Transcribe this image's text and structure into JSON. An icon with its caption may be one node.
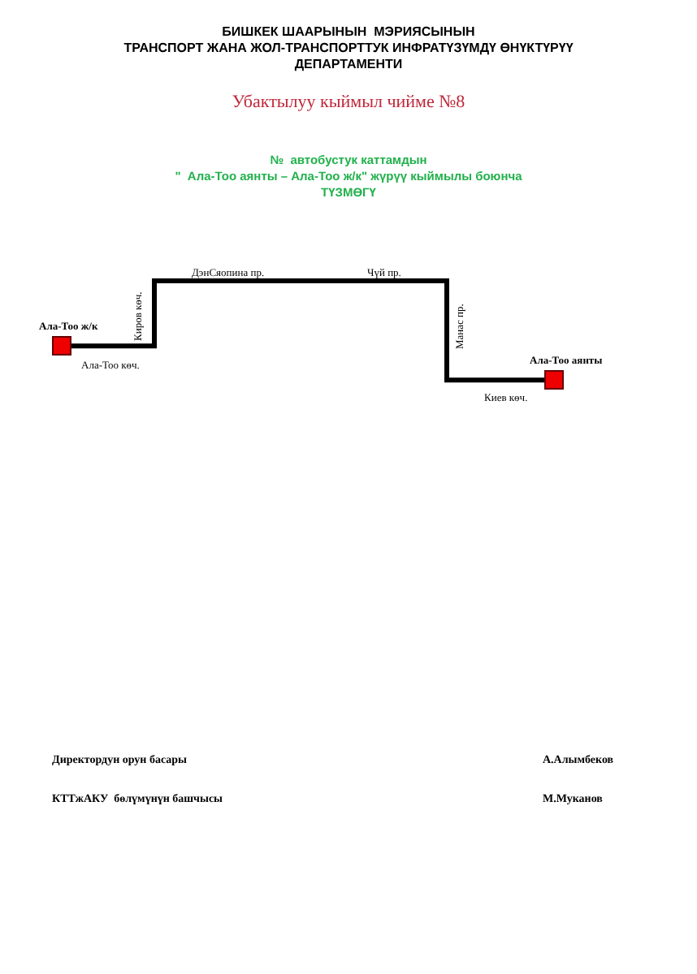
{
  "diagram": {
    "nodes": [
      {
        "text": [
          "Ала-Тоо ж/к"
        ]
      },
      {
        "text": [
          "Ала-Тоо аянты"
        ]
      }
    ],
    "edges": [
      {
        "from": 0,
        "to": 1,
        "arrow": "none"
      }
    ],
    "labels": [
      "БИШКЕК ШААРЫНЫН  МЭРИЯСЫНЫН",
      "ТРАНСПОРТ ЖАНА ЖОЛ-ТРАНСПОРТТУК ИНФРАТҮЗҮМДҮ ӨНҮКТҮРҮҮ",
      "ДЕПАРТАМЕНТИ",
      "Убактылуу кыймыл чийме №8",
      "№  автобустук каттамдын",
      "\"  Ала-Тоо аянты – Ала-Тоо ж/к\" жүрүү кыймылы боюнча",
      "ТҮЗМӨГҮ",
      "ДэнСяопина пр.",
      "Чүй пр.",
      "Киров көч.",
      "Манас пр.",
      "Ала-Тоо көч.",
      "Киев көч.",
      "Директордун орун басары",
      "А.Алымбеков",
      "КТТжАКУ  бөлүмүнүн башчысы",
      "М.Муканов"
    ]
  }
}
